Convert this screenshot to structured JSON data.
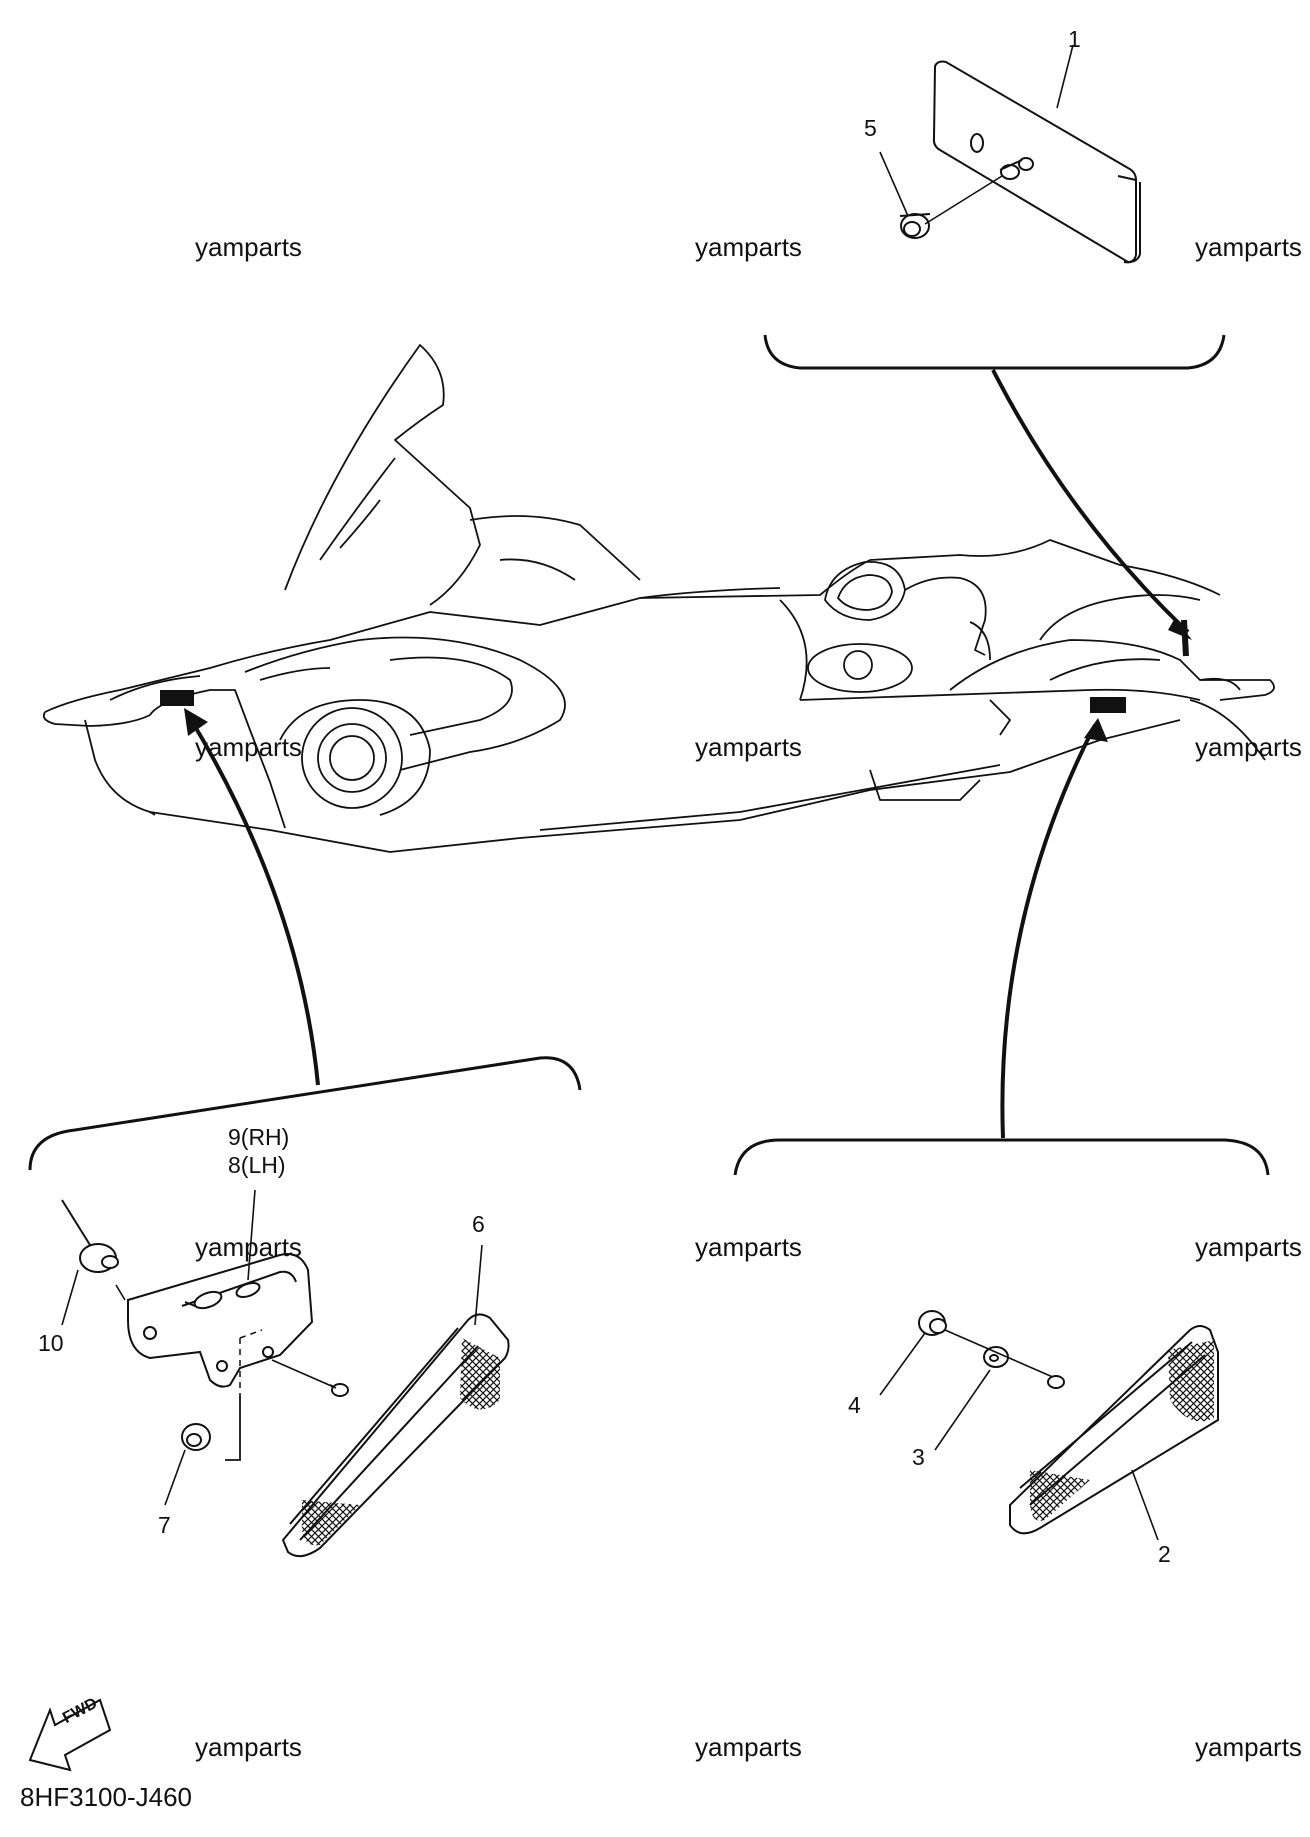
{
  "watermark": "yamparts",
  "diagram_code": "8HF3100-J460",
  "fwd_label": "FWD",
  "callouts": {
    "p1": "1",
    "p2": "2",
    "p3": "3",
    "p4": "4",
    "p5": "5",
    "p6": "6",
    "p7": "7",
    "p9": "9(RH)",
    "p8": "8(LH)",
    "p10": "10"
  }
}
